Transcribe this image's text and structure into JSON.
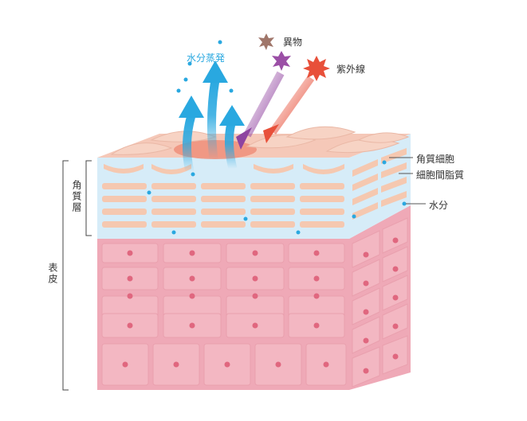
{
  "labels": {
    "water_evaporation": "水分蒸発",
    "foreign_matter": "異物",
    "ultraviolet": "紫外線",
    "keratinocyte": "角質細胞",
    "intercellular_lipid": "細胞間脂質",
    "moisture": "水分",
    "stratum_corneum": "角質層",
    "epidermis": "表皮"
  },
  "colors": {
    "water": "#29a8e0",
    "foreign_matter": "#a0766a",
    "foreign_matter_2": "#9b4fa6",
    "uv": "#e8503a",
    "corneum_bg": "#d6ecf8",
    "keratin_cell": "#f5c8b0",
    "epidermis_cell": "#f3b7c2",
    "nucleus": "#e0677f"
  },
  "icons": [
    "water-arrow-icon",
    "foreign-matter-icon",
    "uv-starburst-icon"
  ]
}
